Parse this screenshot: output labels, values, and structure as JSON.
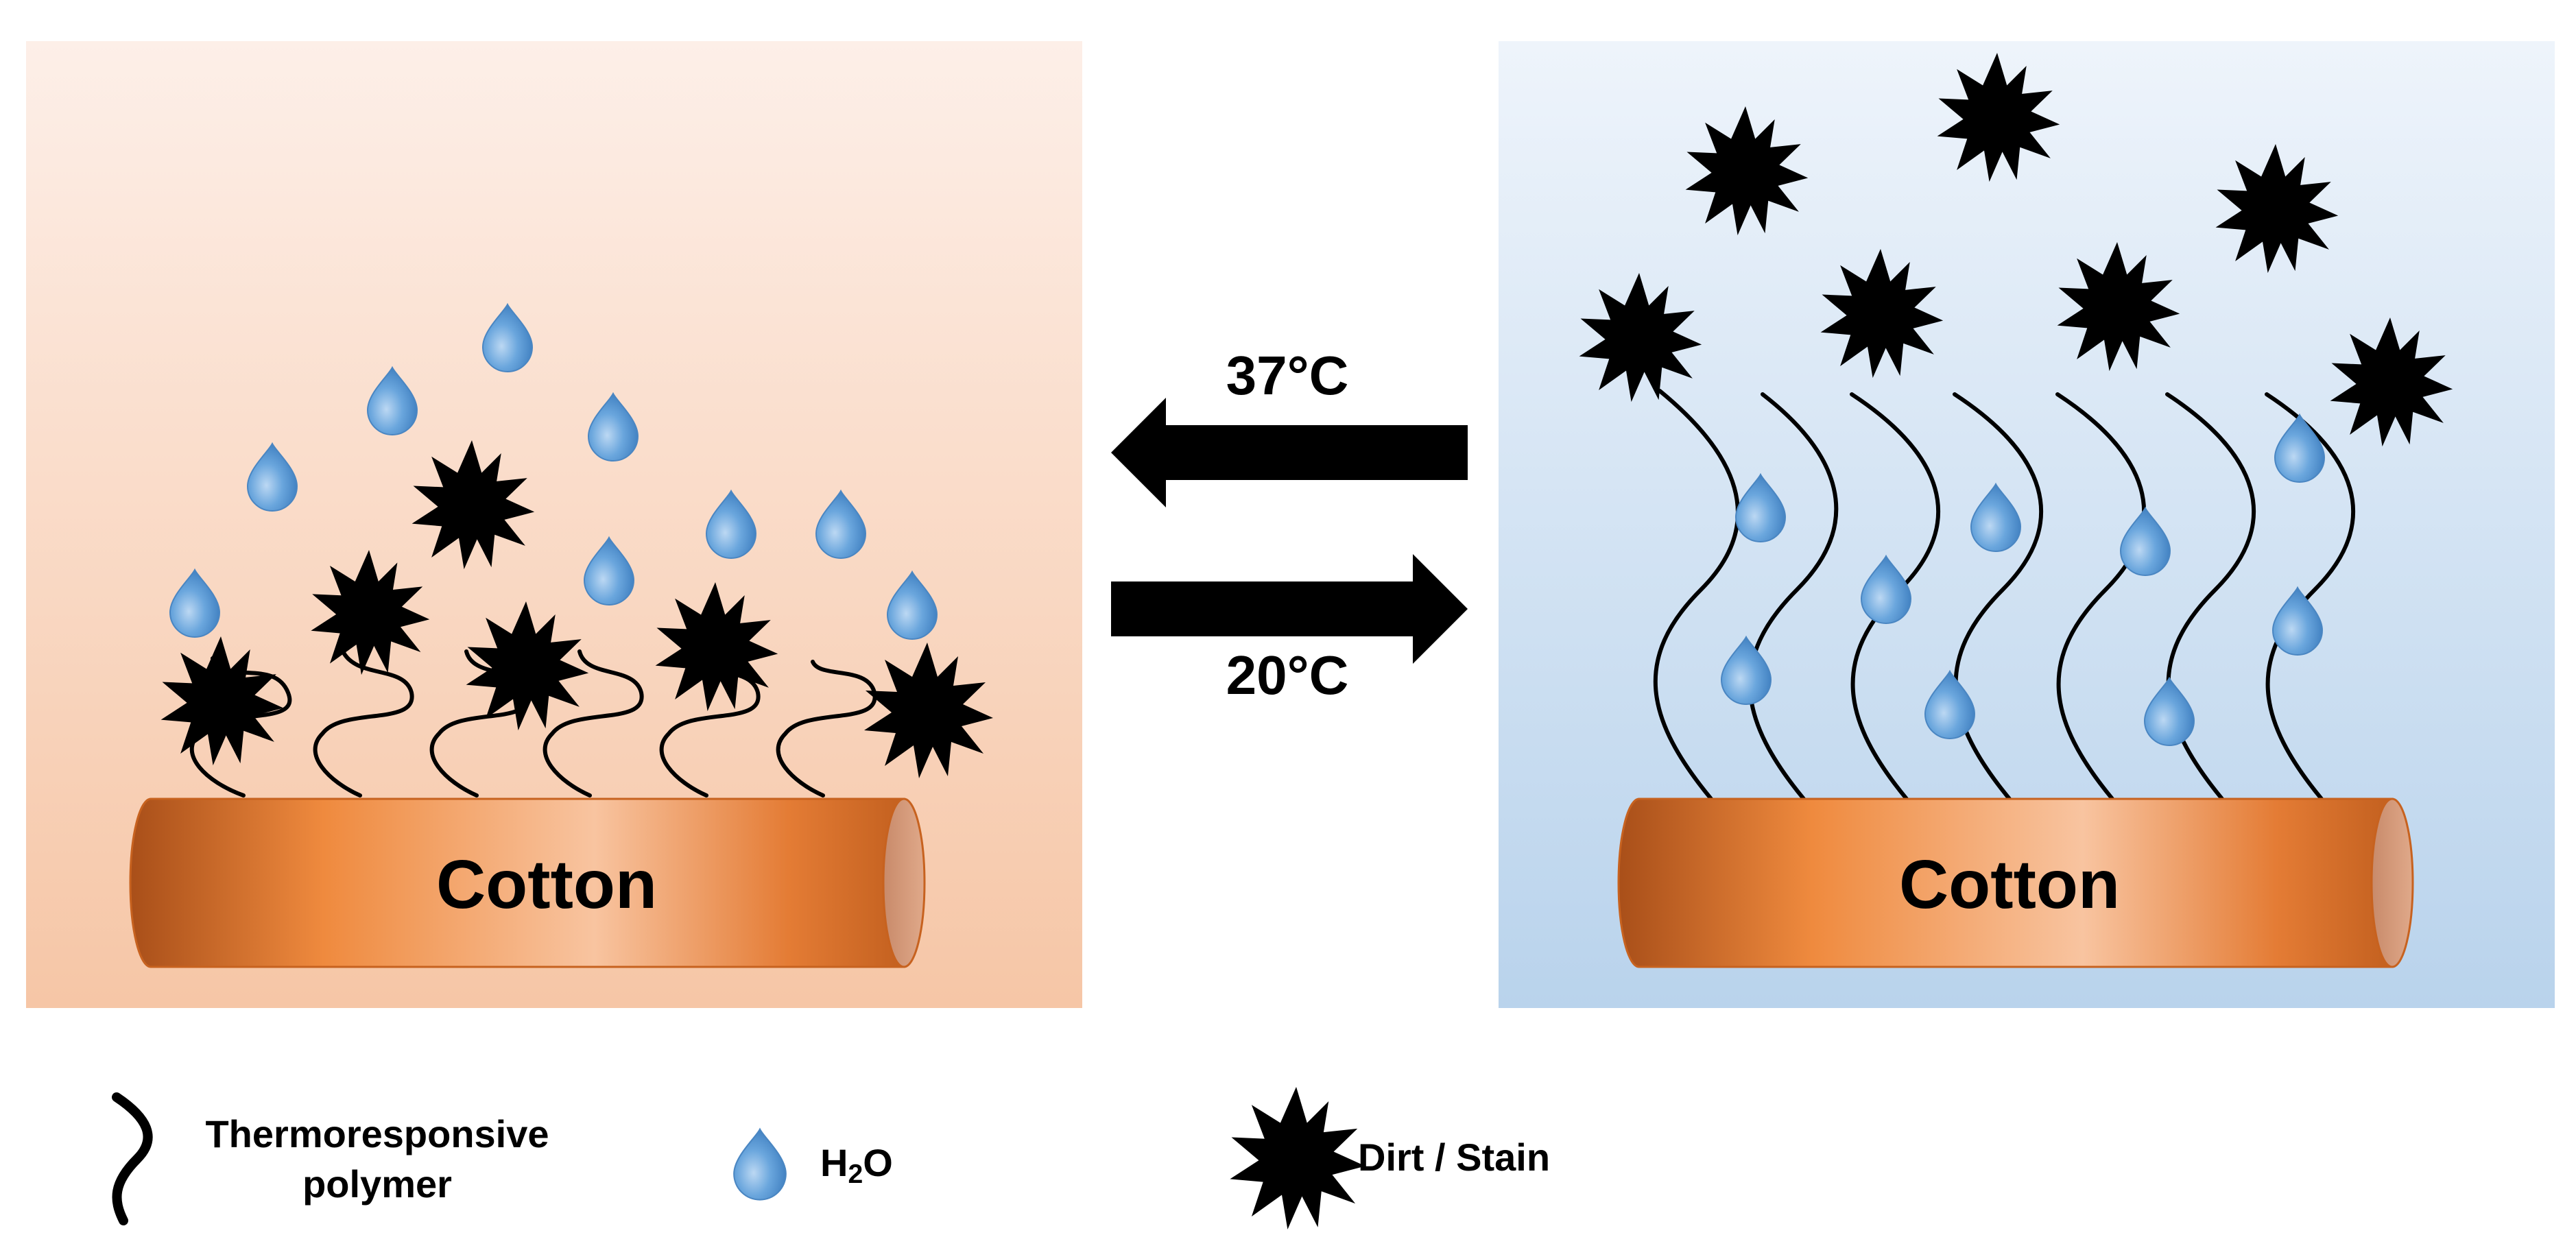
{
  "diagram": {
    "left_panel": {
      "fiber_label": "Cotton"
    },
    "right_panel": {
      "fiber_label": "Cotton"
    },
    "arrows": {
      "upper_label": "37°C",
      "lower_label": "20°C"
    },
    "legend": {
      "polymer": {
        "line1": "Thermoresponsive",
        "line2": "polymer"
      },
      "water": {
        "main": "H",
        "sub": "2",
        "tail": "O"
      },
      "dirt": "Dirt / Stain"
    },
    "colors": {
      "warm_panel_top": "#fdefe8",
      "warm_panel_bottom": "#f6c6a6",
      "cool_panel_top": "#eef4fb",
      "cool_panel_bottom": "#b9d3ec",
      "cotton_dark": "#b0541c",
      "cotton_mid": "#ef8a3e",
      "cotton_light": "#f7be98",
      "droplet": "#5b9bd5",
      "dirt": "#000000"
    }
  }
}
